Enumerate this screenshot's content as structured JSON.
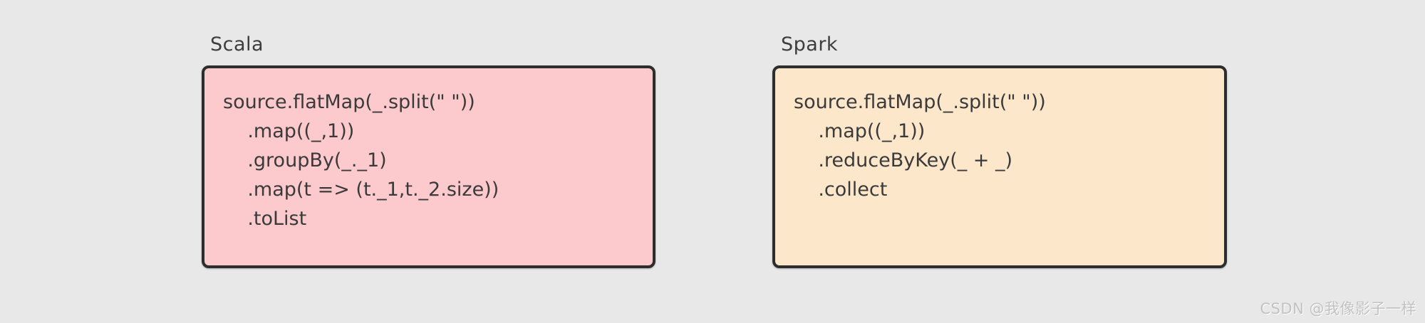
{
  "colors": {
    "page_background": "#e8e8e8",
    "border": "#2d2d2d",
    "code_text": "#3a3a3a",
    "label_text": "#3d3d3d",
    "scala_box_background": "#fcc9cd",
    "spark_box_background": "#fde7cb",
    "watermark_text": "#c2c2c2"
  },
  "panels": [
    {
      "label": "Scala",
      "box_color": "#fcc9cd",
      "code_lines": [
        "source.flatMap(_.split(\" \"))",
        "    .map((_,1))",
        "    .groupBy(_._1)",
        "    .map(t => (t._1,t._2.size))",
        "    .toList"
      ]
    },
    {
      "label": "Spark",
      "box_color": "#fde7cb",
      "code_lines": [
        "source.flatMap(_.split(\" \"))",
        "    .map((_,1))",
        "    .reduceByKey(_ + _)",
        "    .collect"
      ]
    }
  ],
  "watermark": {
    "text": "CSDN @我像影子一样"
  }
}
